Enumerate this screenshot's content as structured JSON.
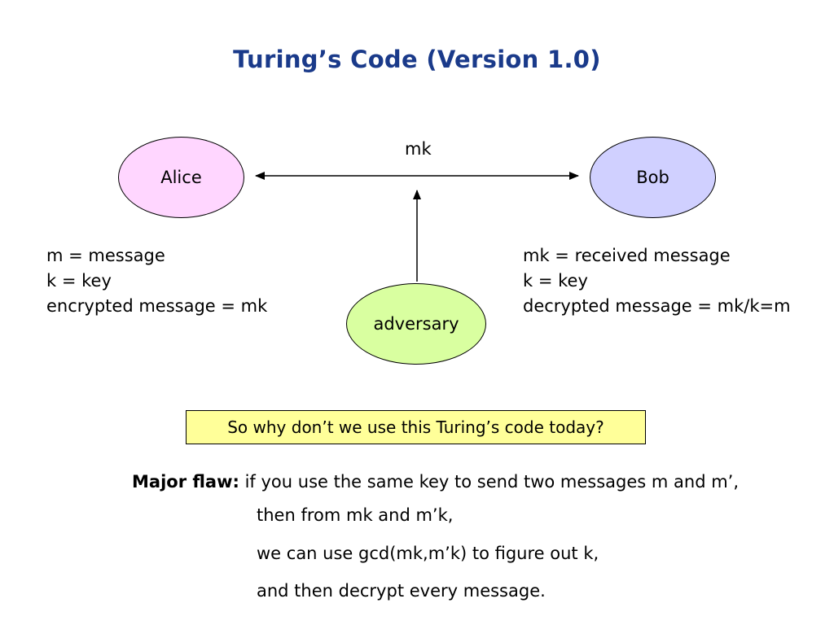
{
  "title": "Turing’s Code (Version 1.0)",
  "colors": {
    "title": "#1a3a8a",
    "alice_fill": "#ffd6ff",
    "bob_fill": "#d0d0ff",
    "adversary_fill": "#d9ffa0",
    "question_fill": "#ffff99"
  },
  "nodes": {
    "alice": "Alice",
    "bob": "Bob",
    "adversary": "adversary"
  },
  "edge_label": "mk",
  "left_notes": [
    "m = message",
    "k = key",
    "encrypted message = mk"
  ],
  "right_notes": [
    "mk = received message",
    "k = key",
    "decrypted message = mk/k=m"
  ],
  "question": "So why don’t we use this Turing’s code today?",
  "flaw": {
    "heading": "Major flaw:",
    "lines": [
      "if you use the same key to send two messages m and m’,",
      "then from mk and m’k,",
      "we can use gcd(mk,m’k) to figure out k,",
      "and then decrypt every message."
    ]
  }
}
